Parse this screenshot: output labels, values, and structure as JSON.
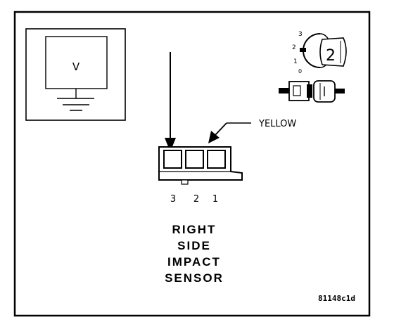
{
  "meter": {
    "symbol": "V"
  },
  "connector": {
    "wire_color": "YELLOW",
    "pins": [
      "3",
      "2",
      "1"
    ]
  },
  "ignition": {
    "positions": [
      "3",
      "2",
      "1",
      "0"
    ],
    "key_label": "2"
  },
  "caption": {
    "lines": [
      "RIGHT",
      "SIDE",
      "IMPACT",
      "SENSOR"
    ]
  },
  "figure_id": "81148c1d"
}
